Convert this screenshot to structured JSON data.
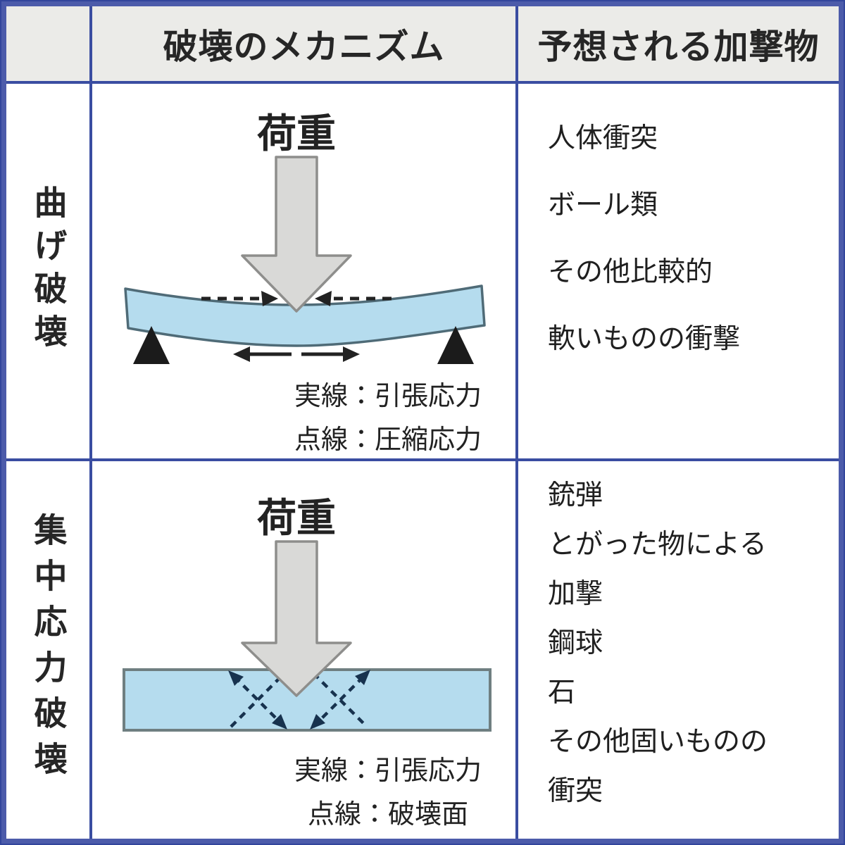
{
  "table": {
    "header": {
      "mechanism": "破壊のメカニズム",
      "impactor": "予想される加撃物"
    },
    "rows": [
      {
        "label": "曲げ破壊",
        "load_label": "荷重",
        "captions": [
          "実線：引張応力",
          "点線：圧縮応力"
        ],
        "impactors": [
          "人体衝突",
          "ボール類",
          "その他比較的",
          "軟いものの衝撃"
        ]
      },
      {
        "label": "集中応力破壊",
        "load_label": "荷重",
        "captions": [
          "実線：引張応力",
          "点線：破壊面"
        ],
        "impactors": [
          "銃弾",
          "とがった物による",
          "加撃",
          "鋼球",
          "石",
          "その他固いものの",
          "衝突"
        ]
      }
    ]
  },
  "icons": {
    "load_arrow": "down-arrow",
    "support": "triangle",
    "tension": "solid-outward-arrows",
    "compression": "dashed-inward-arrows",
    "crack": "dashed-x-arrows"
  },
  "colors": {
    "frame_blue": "#4c5baa",
    "grid_line_blue": "#3a4da1",
    "header_bg": "#ebebe8",
    "cell_bg": "#ffffff",
    "glass_fill": "#b5dcee",
    "glass_stroke": "#4f6b77",
    "slab_stroke": "#6f7f81",
    "arrow_fill": "#d9d9d7",
    "arrow_stroke": "#8e8e8c",
    "support_black": "#1b1b1b",
    "stress_navy": "#17324e",
    "text": "#1f1f1f"
  }
}
